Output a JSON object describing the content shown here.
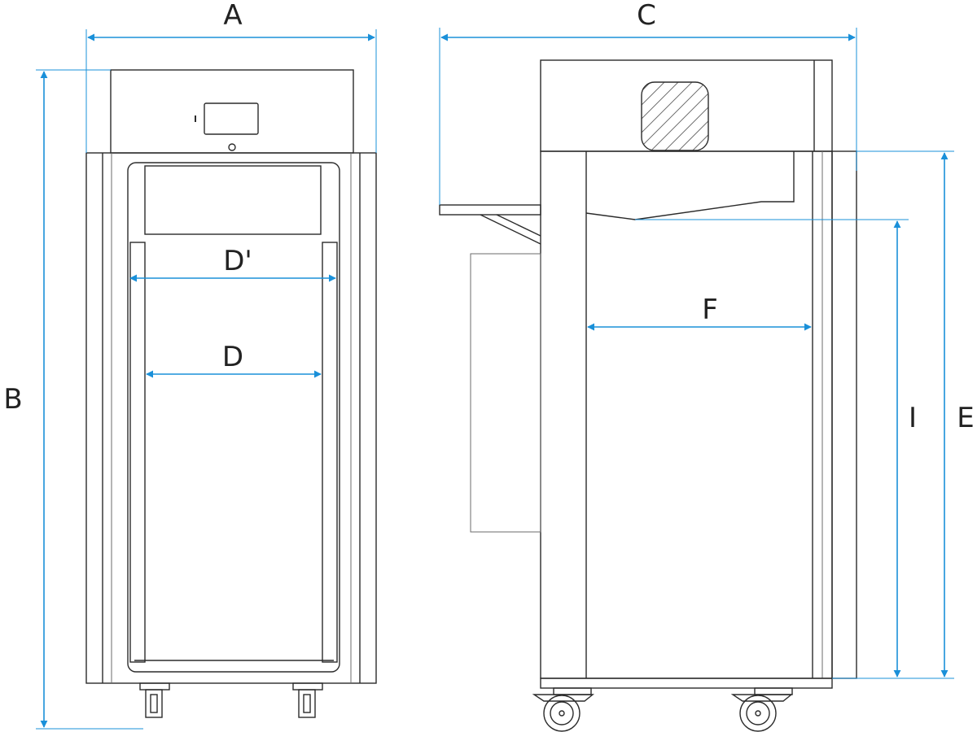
{
  "labels": {
    "A": "A",
    "B": "B",
    "C": "C",
    "D": "D",
    "D_prime": "D'",
    "E": "E",
    "F": "F",
    "I": "I"
  },
  "colors": {
    "dimension_line": "#1a90d9",
    "outline": "#2b2b2b",
    "background": "#ffffff"
  },
  "icons": {
    "display": "control-display-icon",
    "caster": "caster-wheel-icon",
    "evaporator": "hatched-evaporator-icon"
  }
}
